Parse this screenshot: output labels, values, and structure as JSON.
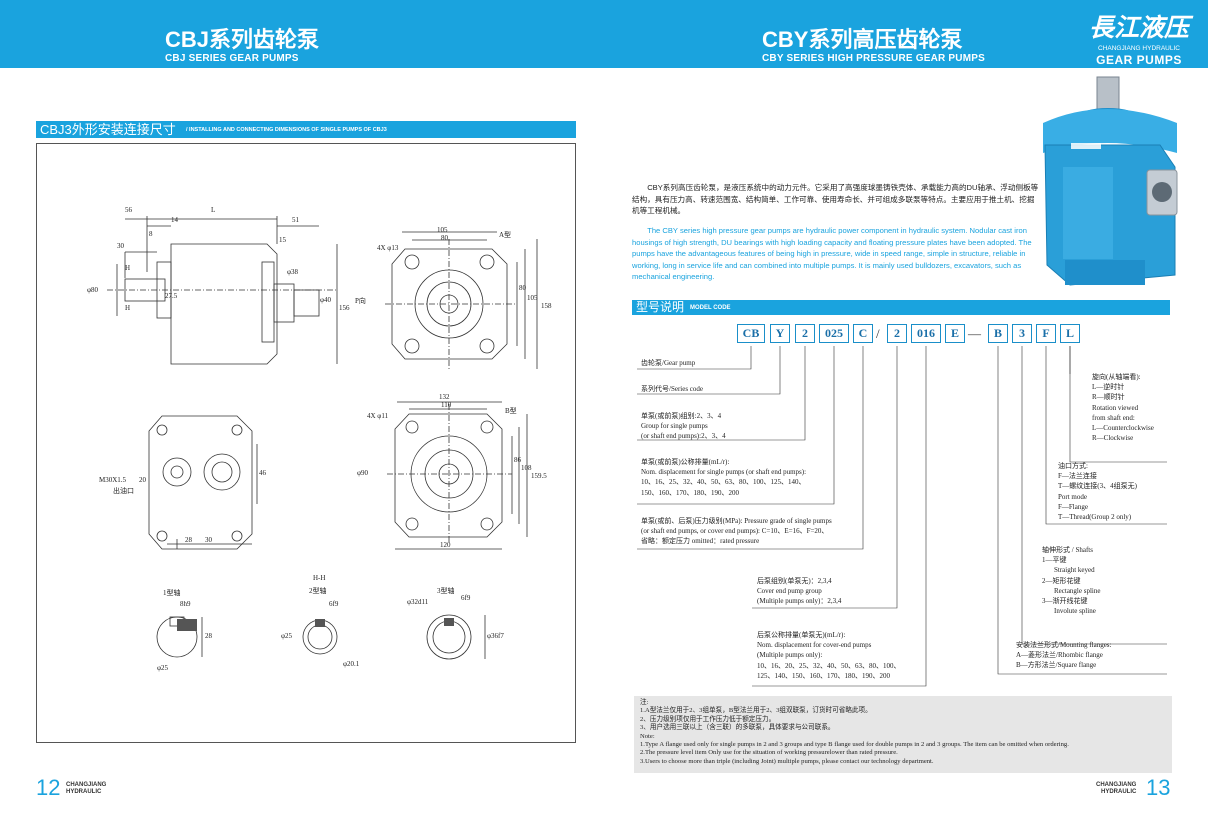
{
  "header": {
    "left_title": "CBJ系列齿轮泵",
    "left_subtitle": "CBJ SERIES GEAR PUMPS",
    "right_title": "CBY系列高压齿轮泵",
    "right_subtitle": "CBY SERIES HIGH PRESSURE GEAR PUMPS"
  },
  "logo": {
    "cn": "長江液压",
    "en": "CHANGJIANG HYDRAULIC",
    "tagline": "GEAR PUMPS"
  },
  "left_section": {
    "title_cn": "CBJ3外形安装连接尺寸",
    "title_en": "/ INSTALLING AND CONNECTING DIMENSIONS OF SINGLE PUMPS OF CBJ3"
  },
  "drawing": {
    "side_view": [
      "56",
      "14",
      "L",
      "51",
      "30",
      "8",
      "15",
      "H",
      "H",
      "φ80",
      "27.5",
      "φ38",
      "φ40",
      "156",
      "P向"
    ],
    "flange_a": [
      "105",
      "80",
      "4X φ13",
      "A型",
      "80",
      "105",
      "158"
    ],
    "flange_b": [
      "132",
      "110",
      "4X φ11",
      "B型",
      "φ90",
      "86",
      "108",
      "159.5",
      "120"
    ],
    "ports": [
      "M30X1.5",
      "出油口",
      "20",
      "46",
      "28",
      "30"
    ],
    "section_label": "H-H",
    "shaft1": {
      "name": "1型轴",
      "dims": [
        "8h9",
        "28",
        "φ25"
      ]
    },
    "shaft2": {
      "name": "2型轴",
      "dims": [
        "6f9",
        "φ25",
        "φ20.1"
      ]
    },
    "shaft3": {
      "name": "3型轴",
      "dims": [
        "φ32d11",
        "6f9",
        "φ36f7"
      ]
    }
  },
  "description": {
    "cn": "CBY系列高压齿轮泵，是液压系统中的动力元件。它采用了高强度球墨铸铁壳体、承载能力高的DU轴承、浮动侧板等结构，具有压力高、转速范围宽、结构简单、工作可靠、使用寿命长、并可组成多联泵等特点。主要应用于推土机、挖掘机等工程机械。",
    "en": "The CBY series high pressure gear pumps are hydraulic power component in hydraulic system. Nodular cast iron housings of high strength, DU bearings with high loading capacity and floating pressure plates have been adopted. The pumps have the advantageous features of being high in pressure, wide in speed range, simple in structure, reliable in working, long in service life and can combined into multiple pumps. It is mainly used bulldozers, excavators, such as mechanical engineering."
  },
  "model_section": {
    "title_cn": "型号说明",
    "title_en": "MODEL CODE",
    "code_parts": [
      "CB",
      "Y",
      "2",
      "025",
      "C",
      "/",
      "2",
      "016",
      "E",
      "—",
      "B",
      "3",
      "F",
      "L"
    ],
    "labels": {
      "gear_pump": [
        "齿轮泵/Gear pump"
      ],
      "series": [
        "系列代号/Series code"
      ],
      "group": [
        "单泵(或前泵)组别:2、3、4",
        "Group for single pumps",
        "(or shaft end pumps):2、3、4"
      ],
      "displacement": [
        "单泵(或前泵)公称排量(mL/r):",
        "Nom. displacement for  single pumps (or shaft end pumps):",
        "10、16、25、32、40、50、63、80、100、125、140、",
        "150、160、170、180、190、200"
      ],
      "pressure": [
        "单泵(或前、后泵)压力级别(MPa): Pressure grade of single pumps",
        "(or shaft end pumps, or cover end pumps): C=10、E=16、F=20、",
        "省略：额定压力 omitted：rated pressure"
      ],
      "rear_group": [
        "后泵组别(单泵无)：2,3,4",
        "Cover end pump group",
        "(Multiple pumps only)：2,3,4"
      ],
      "rear_displacement": [
        "后泵公称排量(单泵无)(mL/r):",
        "Nom. displacement for cover-end pumps",
        "(Multiple pumps only):",
        "10、16、20、25、32、40、50、63、80、100、",
        "125、140、150、160、170、180、190、200"
      ],
      "rotation": [
        "旋向(从轴端看):",
        "L—逆时针",
        "R—顺时针",
        "Rotation viewed",
        "from shaft end:",
        "L—Counterclockwise",
        "R—Clockwise"
      ],
      "port": [
        "油口方式:",
        "F—法兰连接",
        "T—螺纹连接(3、4组泵无)",
        "Port  mode",
        "F—Flange",
        "T—Thread(Group 2 only)"
      ],
      "shaft": [
        "轴伸形式 / Shafts",
        "1—平键",
        "Straight keyed",
        "2—矩形花键",
        "Rectangle spline",
        "3—渐开线花键",
        "Involute spline"
      ],
      "flange": [
        "安装法兰形式/Mounting flanges:",
        "A—菱形法兰/Rhombic flange",
        "B—方形法兰/Square  flange"
      ]
    }
  },
  "notes": [
    "注:",
    "1.A型法兰仅用于2、3组单泵，B型法兰用于2、3组双联泵，订货时可省略此项。",
    "2、压力级别项仅用于工作压力低于额定压力。",
    "3、用户选用三联以上（含三联）的多联泵，具体要求与公司联系。",
    "Note:",
    "1.Type A flange used only for single pumps in 2 and 3 groups and type B flange used for double  pumps in 2 and 3 groups. The item can be omitted when ordering.",
    "2.The pressure level item Only use for the situation of working pressurelower than rated pressure.",
    "3.Users to choose more than triple (including Joint) multiple pumps, please contact our technology department."
  ],
  "footer": {
    "left_page": "12",
    "right_page": "13",
    "brand_line1": "CHANGJIANG",
    "brand_line2": "HYDRAULIC"
  },
  "colors": {
    "accent": "#1aa3de",
    "pump_body": "#2a9fd8",
    "note_bg": "#e6e6e6"
  }
}
